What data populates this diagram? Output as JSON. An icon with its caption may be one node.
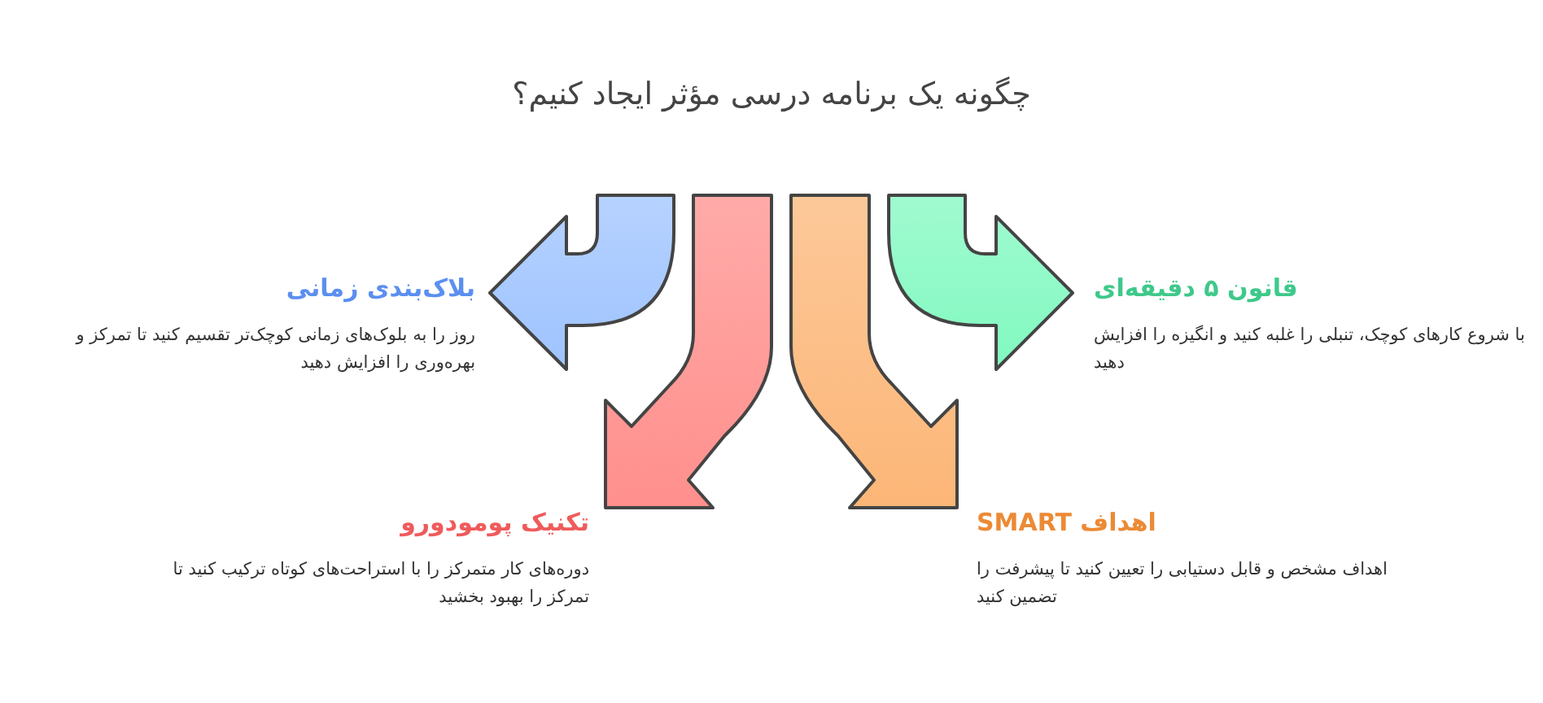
{
  "diagram": {
    "title": "چگونه یک برنامه درسی مؤثر ایجاد کنیم؟",
    "nodes": [
      {
        "text": [
          "بلاک‌بندی زمانی",
          "روز را به بلوک‌های زمانی کوچک‌تر تقسیم کنید تا تمرکز و بهره‌وری را افزایش دهید"
        ]
      },
      {
        "text": [
          "قانون ۵ دقیقه‌ای",
          "با شروع کارهای کوچک، تنبلی را غلبه کنید و انگیزه را افزایش دهید"
        ]
      },
      {
        "text": [
          "تکنیک پومودورو",
          "دوره‌های کار متمرکز را با استراحت‌های کوتاه ترکیب کنید تا تمرکز را بهبود بخشید"
        ]
      },
      {
        "text": [
          "اهداف SMART",
          "اهداف مشخص و قابل دستیابی را تعیین کنید تا پیشرفت را تضمین کنید"
        ]
      }
    ],
    "edges": [
      {
        "from": null,
        "to": 0,
        "arrow": "to",
        "color": "#9ec3ff"
      },
      {
        "from": null,
        "to": 1,
        "arrow": "to",
        "color": "#81f9c0"
      },
      {
        "from": null,
        "to": 2,
        "arrow": "to",
        "color": "#ff8f8c"
      },
      {
        "from": null,
        "to": 3,
        "arrow": "to",
        "color": "#fcb677"
      }
    ]
  }
}
